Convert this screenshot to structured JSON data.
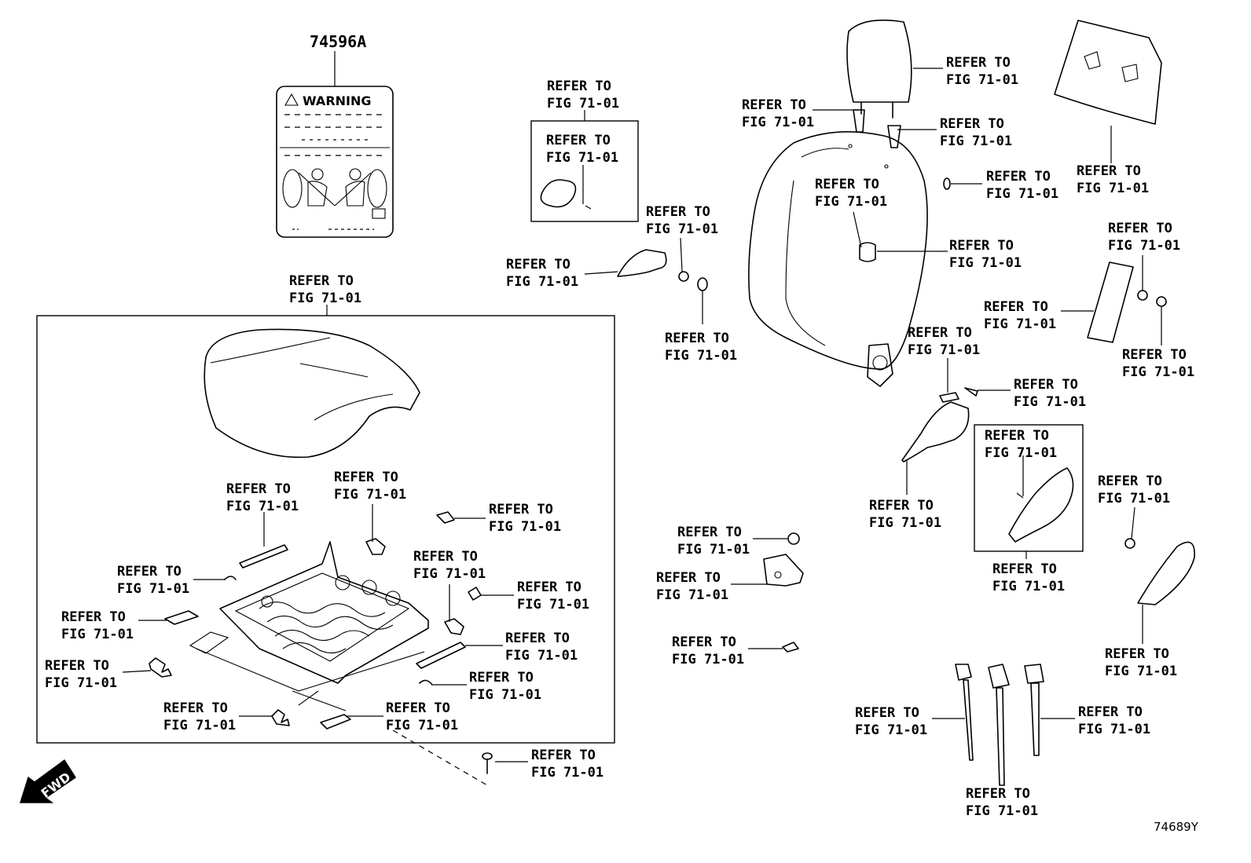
{
  "diagram": {
    "part_label": "74596A",
    "diagram_code": "74689Y",
    "warning_label_text": "WARNING",
    "fwd_label": "FWD",
    "callout_line1": "REFER TO",
    "callout_line2": "FIG 71-01"
  }
}
